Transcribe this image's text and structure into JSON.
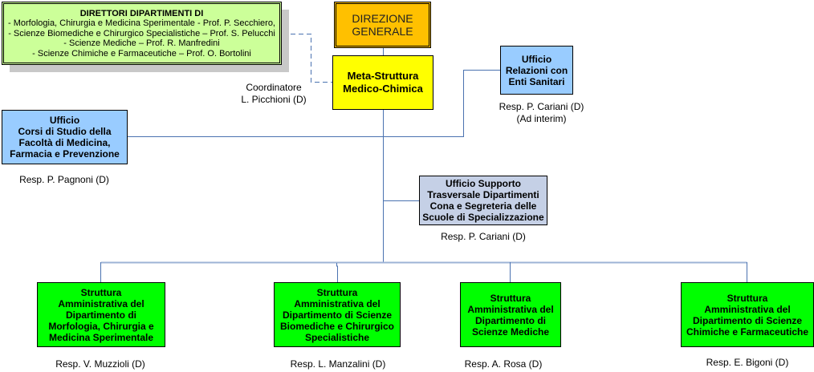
{
  "colors": {
    "directors_bg": "#ccff99",
    "direzione_bg": "#ffc000",
    "meta_bg": "#ffff00",
    "office_bg": "#99ccff",
    "support_bg": "#c5d0e6",
    "struttura_bg": "#00ff00",
    "connector": "#4a72b0"
  },
  "directors": {
    "title": "DIRETTORI DIPARTIMENTI DI",
    "lines": [
      "-  Morfologia, Chirurgia e Medicina Sperimentale - Prof. P. Secchiero,",
      "- Scienze Biomediche e Chirurgico Specialistiche – Prof. S. Pelucchi",
      "- Scienze Mediche – Prof. R. Manfredini",
      "- Scienze Chimiche e Farmaceutiche – Prof. O. Bortolini"
    ]
  },
  "direzione": {
    "lines": [
      "DIREZIONE",
      "GENERALE"
    ]
  },
  "meta": {
    "lines": [
      "Meta-Struttura",
      "Medico-Chimica"
    ],
    "coordinator": [
      "Coordinatore",
      "L. Picchioni (D)"
    ]
  },
  "relazioni": {
    "lines": [
      "Ufficio",
      "Relazioni con",
      "Enti Sanitari"
    ],
    "resp": [
      "Resp. P. Cariani (D)",
      "(Ad interim)"
    ]
  },
  "corsi": {
    "lines": [
      "Ufficio",
      "Corsi di Studio della",
      "Facoltà di Medicina,",
      "Farmacia e Prevenzione"
    ],
    "resp": "Resp. P. Pagnoni (D)"
  },
  "supporto": {
    "lines": [
      "Ufficio Supporto",
      "Trasversale Dipartimenti",
      "Cona e Segreteria delle",
      "Scuole di Specializzazione"
    ],
    "resp": "Resp. P. Cariani (D)"
  },
  "strutture": [
    {
      "lines": [
        "Struttura",
        "Amministrativa del",
        "Dipartimento di",
        "Morfologia, Chirurgia e",
        "Medicina Sperimentale"
      ],
      "resp": "Resp. V. Muzzioli  (D)"
    },
    {
      "lines": [
        "Struttura",
        "Amministrativa del",
        "Dipartimento di Scienze",
        "Biomediche e Chirurgico",
        "Specialistiche"
      ],
      "resp": "Resp. L. Manzalini (D)"
    },
    {
      "lines": [
        "Struttura",
        "Amministrativa del",
        "Dipartimento di",
        "Scienze Mediche"
      ],
      "resp": "Resp. A. Rosa (D)"
    },
    {
      "lines": [
        "Struttura",
        "Amministrativa del",
        "Dipartimento di Scienze",
        "Chimiche e Farmaceutiche"
      ],
      "resp": "Resp. E. Bigoni (D)"
    }
  ]
}
